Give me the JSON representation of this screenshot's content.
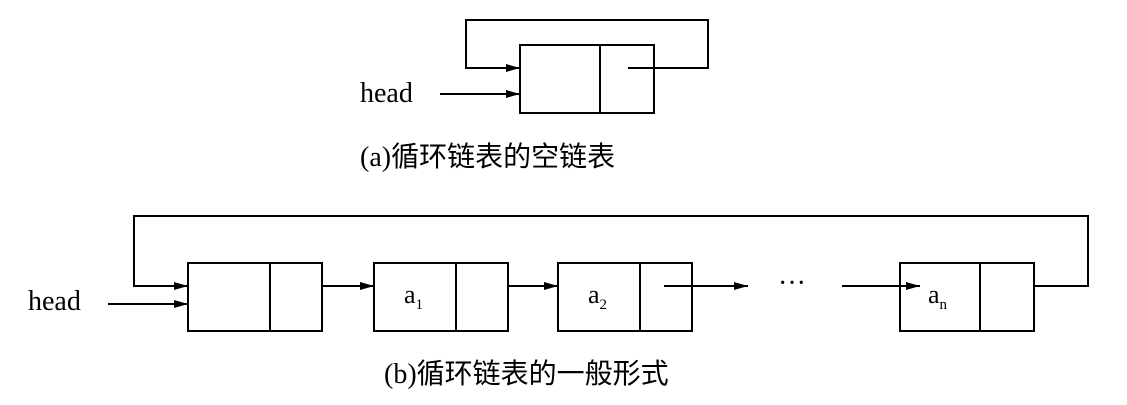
{
  "diagram_a": {
    "head_label": "head",
    "caption": "(a)循环链表的空链表"
  },
  "diagram_b": {
    "head_label": "head",
    "nodes": [
      {
        "main": "",
        "sub": ""
      },
      {
        "main": "a",
        "sub": "1"
      },
      {
        "main": "a",
        "sub": "2"
      },
      {
        "main": "a",
        "sub": "n"
      }
    ],
    "ellipsis": "···",
    "caption": "(b)循环链表的一般形式"
  }
}
